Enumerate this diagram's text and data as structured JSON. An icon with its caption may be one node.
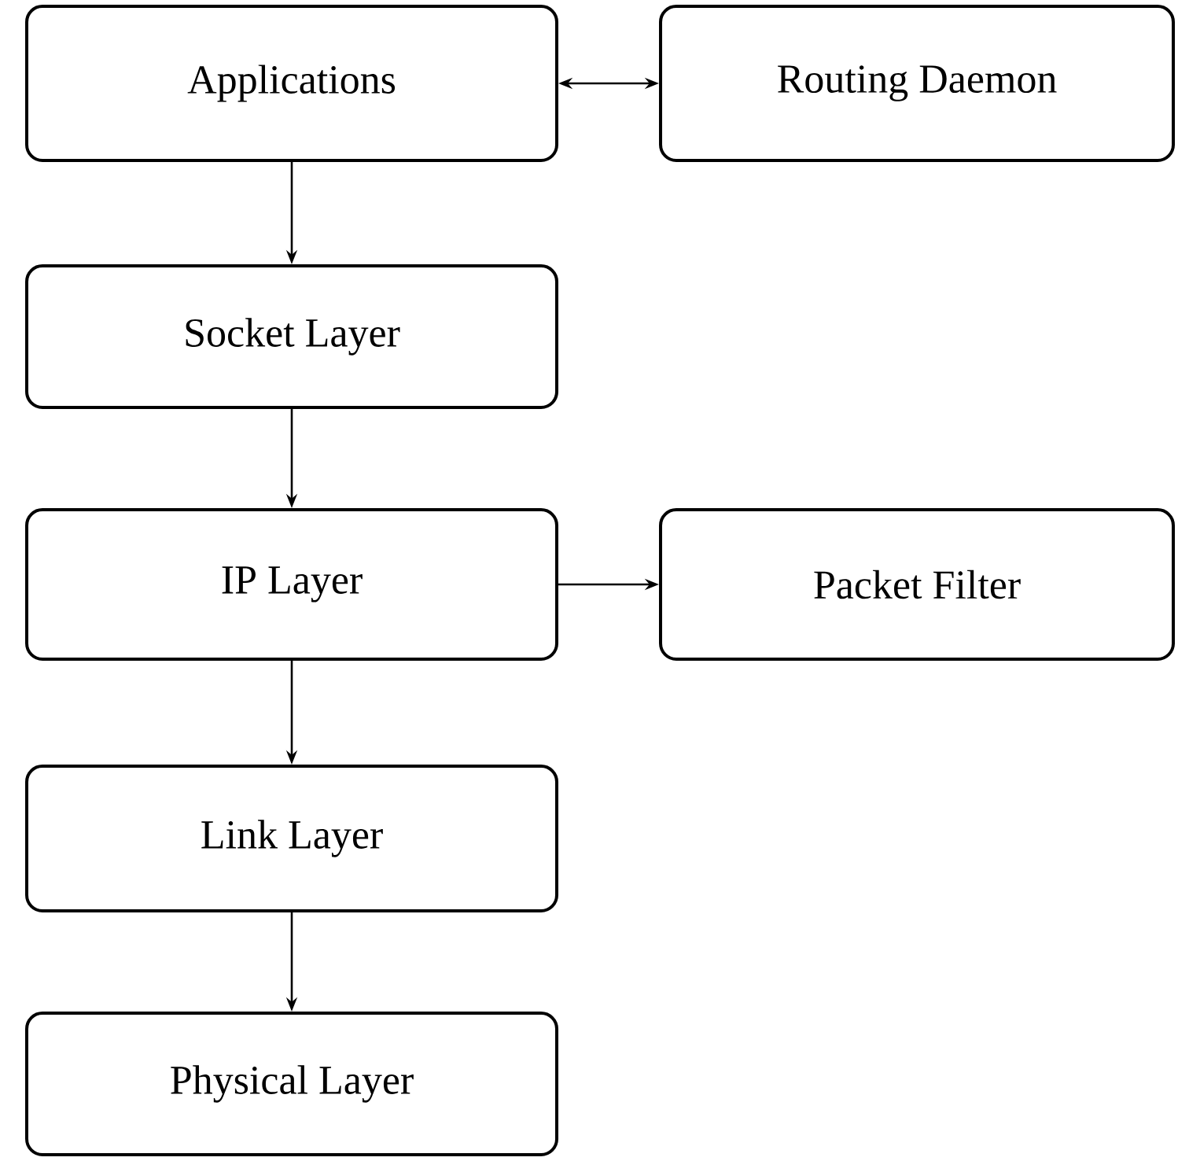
{
  "diagram": {
    "nodes": [
      {
        "text": [
          "Applications"
        ]
      },
      {
        "text": [
          "Routing Daemon"
        ]
      },
      {
        "text": [
          "Socket Layer"
        ]
      },
      {
        "text": [
          "IP Layer"
        ]
      },
      {
        "text": [
          "Packet Filter"
        ]
      },
      {
        "text": [
          "Link Layer"
        ]
      },
      {
        "text": [
          "Physical Layer"
        ]
      }
    ],
    "edges": [
      {
        "from": 0,
        "to": 1,
        "arrow": "both"
      },
      {
        "from": 0,
        "to": 2,
        "arrow": "to"
      },
      {
        "from": 2,
        "to": 3,
        "arrow": "to"
      },
      {
        "from": 3,
        "to": 4,
        "arrow": "to"
      },
      {
        "from": 3,
        "to": 5,
        "arrow": "to"
      },
      {
        "from": 5,
        "to": 6,
        "arrow": "to"
      }
    ]
  }
}
